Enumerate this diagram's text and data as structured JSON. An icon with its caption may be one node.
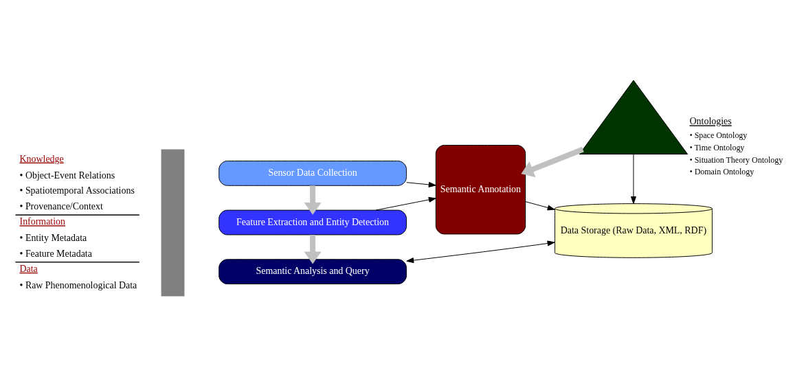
{
  "diagram": {
    "nodes": [
      {
        "text": [
          "Semantic Analysis and Query"
        ]
      },
      {
        "text": [
          "Data Storage (Raw Data, XML, RDF)"
        ]
      },
      {
        "text": [
          "Feature Extraction and Entity Detection"
        ]
      },
      {
        "text": [
          "Semantic Annotation"
        ]
      },
      {
        "text": [
          "Sensor Data Collection"
        ]
      },
      {
        "text": [
          "Ontologies"
        ],
        "beside": [
          "• Space Ontology",
          "• Time Ontology",
          "• Situation Theory Ontology",
          "• Domain Ontology"
        ]
      }
    ],
    "edges": [
      {
        "from": 0,
        "to": 1,
        "arrow": "both"
      },
      {
        "from": 2,
        "to": 0,
        "arrow": "to",
        "style": "thick",
        "color": "#c0c0c0"
      },
      {
        "from": 4,
        "to": 2,
        "arrow": "to",
        "style": "thick",
        "color": "#c0c0c0"
      },
      {
        "from": 2,
        "to": 3,
        "arrow": "to"
      },
      {
        "from": 4,
        "to": 3,
        "arrow": "to"
      },
      {
        "from": 3,
        "to": 1,
        "arrow": "to"
      },
      {
        "from": 5,
        "to": 1,
        "arrow": "to"
      },
      {
        "from": 5,
        "to": 3,
        "arrow": "to",
        "style": "thick",
        "color": "#c0c0c0"
      }
    ],
    "labels": [
      "Knowledge",
      "• Object-Event Relations",
      "• Spatiotemporal Associations",
      "• Provenance/Context",
      "Information",
      "• Entity Metadata",
      "• Feature Metadata",
      "Data",
      "• Raw Phenomenological Data"
    ]
  }
}
